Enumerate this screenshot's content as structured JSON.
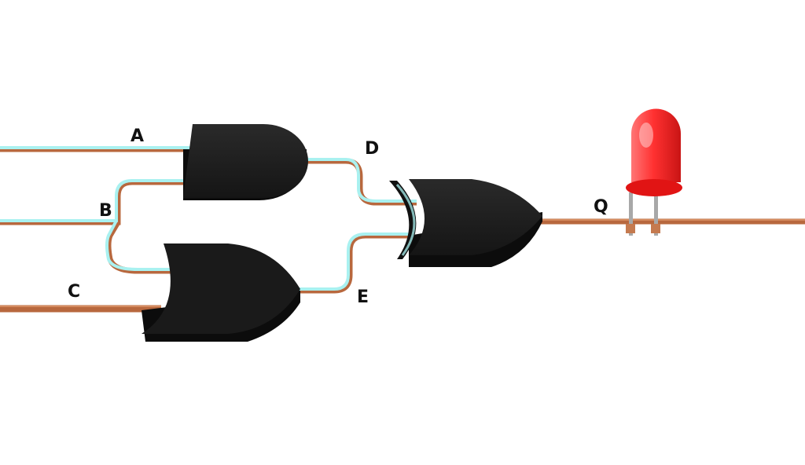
{
  "labels": {
    "a": "A",
    "b": "B",
    "c": "C",
    "d": "D",
    "e": "E",
    "q": "Q"
  },
  "colors": {
    "wire_active": "#a9f1f0",
    "wire_inactive": "#b8683e",
    "gate_body": "#1d1d1d",
    "led": "#ff2a2a"
  }
}
